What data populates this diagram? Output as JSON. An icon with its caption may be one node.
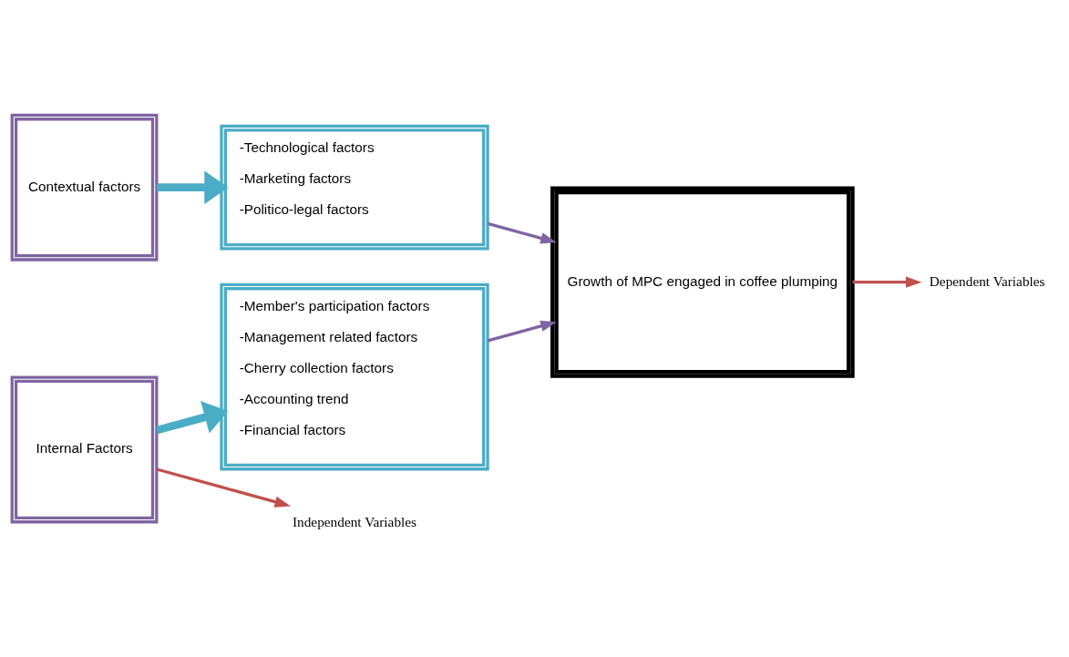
{
  "diagram": {
    "nodes": [
      {
        "text": [
          "Contextual factors"
        ]
      },
      {
        "text": [
          "Internal Factors"
        ]
      },
      {
        "text": [
          "-Technological factors",
          "-Marketing factors",
          "-Politico-legal factors"
        ]
      },
      {
        "text": [
          "-Member's participation factors",
          "-Management related factors",
          "-Cherry collection factors",
          "-Accounting trend",
          "-Financial factors"
        ]
      },
      {
        "text": [
          "Growth of MPC engaged in coffee plumping"
        ]
      },
      {
        "text": [
          "Independent Variables"
        ]
      },
      {
        "text": [
          "Dependent Variables"
        ]
      }
    ],
    "edges": [
      {
        "from": 0,
        "to": 2,
        "arrow": "to",
        "style": "thick",
        "color": "#4bacc6"
      },
      {
        "from": 1,
        "to": 3,
        "arrow": "to",
        "style": "thick",
        "color": "#4bacc6"
      },
      {
        "from": 2,
        "to": 4,
        "arrow": "to",
        "color": "#8064a2"
      },
      {
        "from": 3,
        "to": 4,
        "arrow": "to",
        "color": "#8064a2"
      },
      {
        "from": 1,
        "to": 5,
        "arrow": "to",
        "color": "#c0504d"
      },
      {
        "from": 4,
        "to": 6,
        "arrow": "to",
        "color": "#c0504d"
      }
    ]
  }
}
